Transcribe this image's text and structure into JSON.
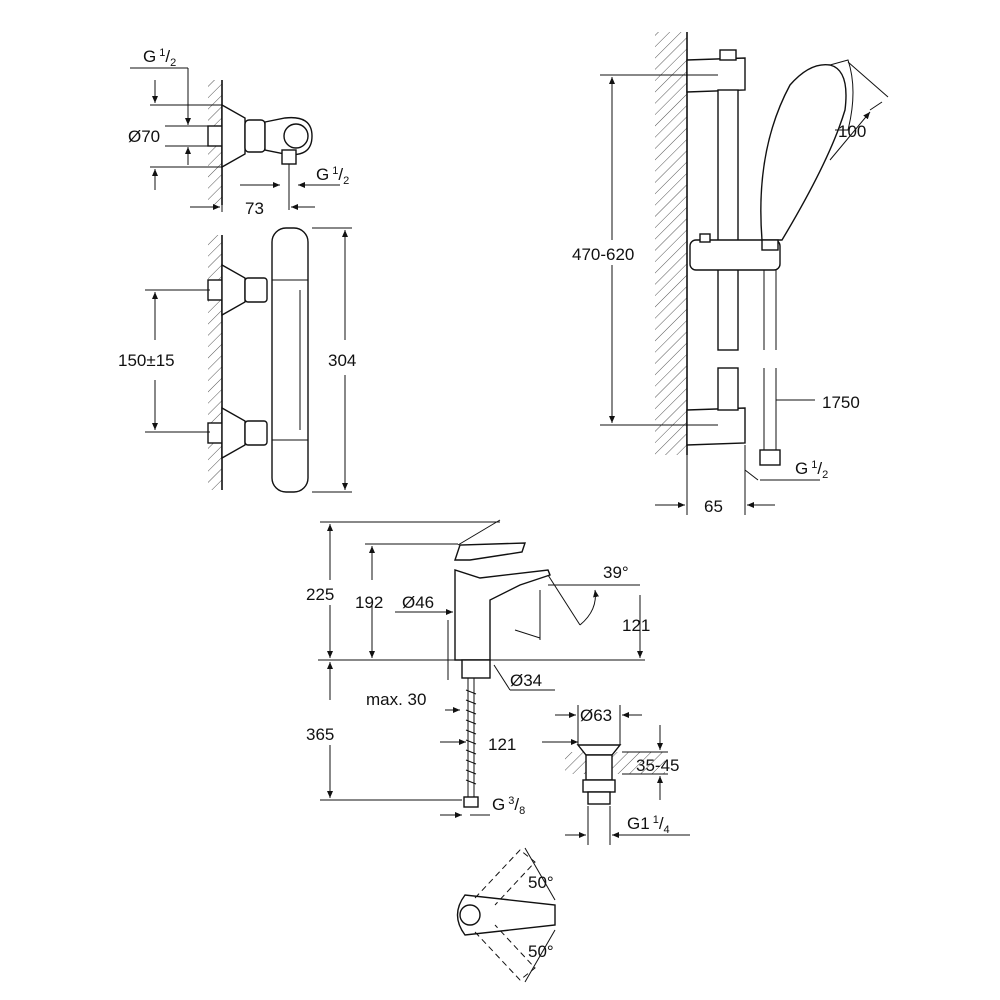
{
  "title": "Shower thermostat, shower rail set and basin mixer dimension drawing",
  "thermostat": {
    "connection_top": {
      "g": "G",
      "num": "1",
      "den": "2"
    },
    "rosette_diameter": "Ø70",
    "outlet": {
      "g": "G",
      "num": "1",
      "den": "2"
    },
    "projection": "73",
    "inlet_spacing": "150±15",
    "height": "304"
  },
  "shower_rail": {
    "rail_height": "470-620",
    "handshower_diameter": "100",
    "hose_length": "1750",
    "hose_connection": {
      "g": "G",
      "num": "1",
      "den": "2"
    },
    "projection": "65"
  },
  "basin_mixer": {
    "total_height": "225",
    "lever_height": "192",
    "body_diameter": "Ø46",
    "spout_angle": "39°",
    "spout_height": "121",
    "mounting_hole": "Ø34",
    "max_thickness": "max. 30",
    "hose_length": "365",
    "spout_reach": "121",
    "hose_connection": {
      "g": "G",
      "num": "3",
      "den": "8"
    },
    "swivel_left": "50°",
    "swivel_right": "50°"
  },
  "waste": {
    "diameter": "Ø63",
    "range": "35-45",
    "thread": {
      "g": "G1",
      "num": "1",
      "den": "4"
    }
  }
}
